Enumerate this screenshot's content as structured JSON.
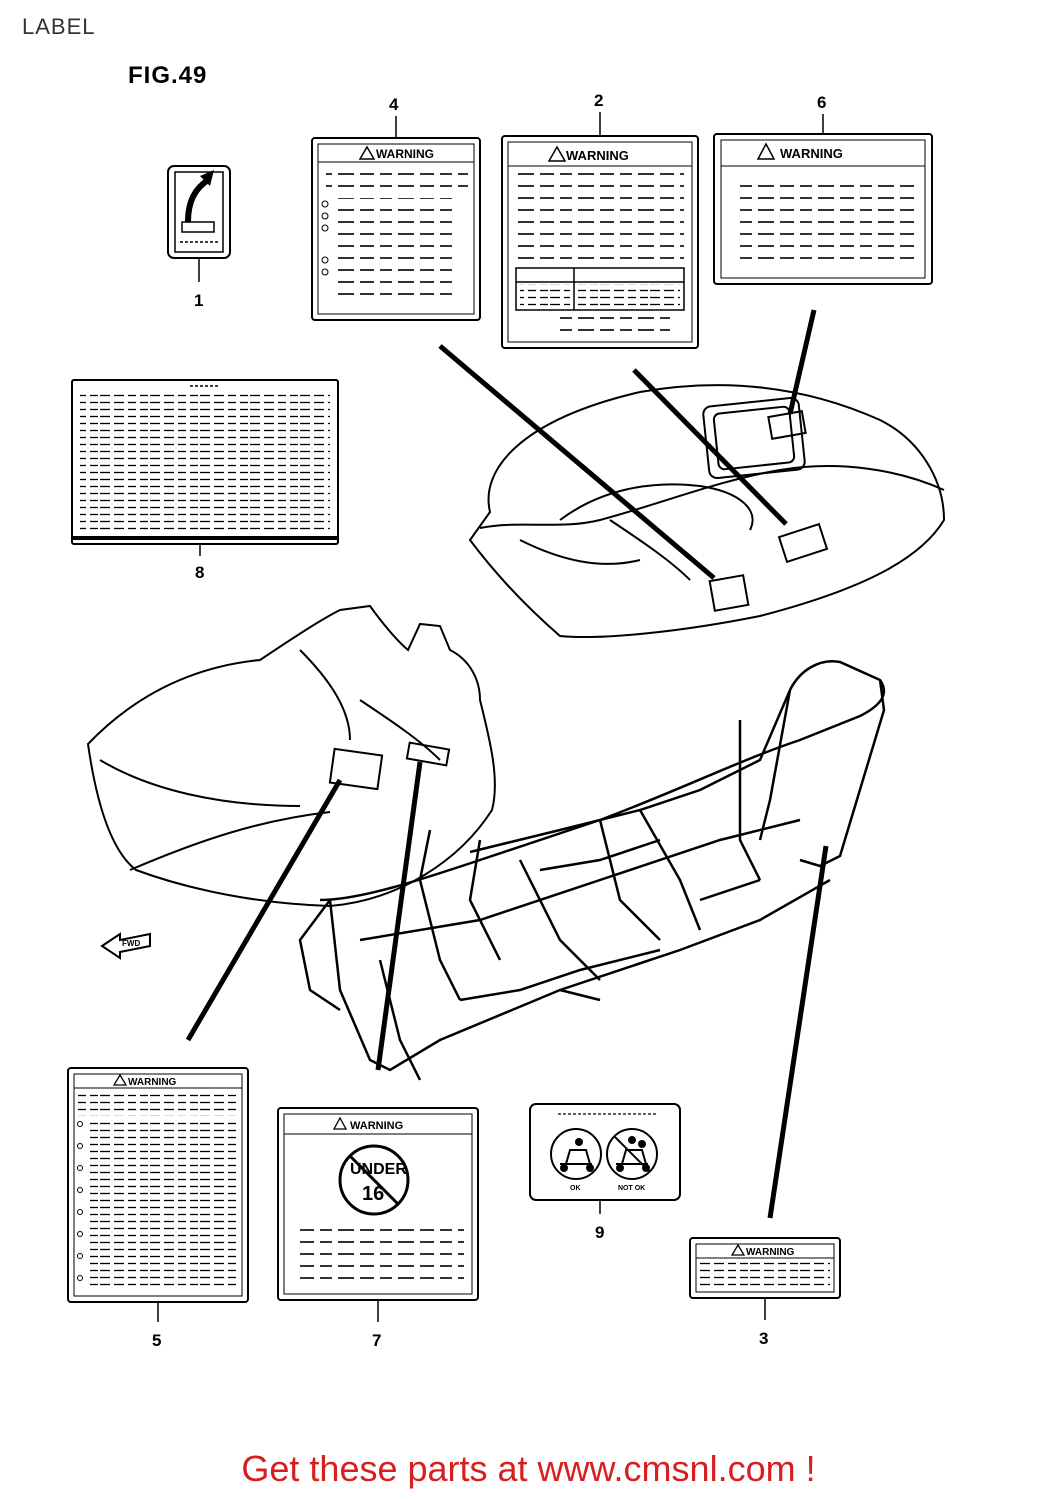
{
  "page": {
    "title": "LABEL",
    "figure": "FIG.49",
    "cta": "Get these parts at www.cmsnl.com !"
  },
  "labels": {
    "warning": "WARNING",
    "under": "UNDER",
    "age": "16",
    "ok": "OK",
    "not_ok": "NOT OK",
    "fwd": "FWD"
  },
  "callouts": {
    "c1": "1",
    "c2": "2",
    "c3": "3",
    "c4": "4",
    "c5": "5",
    "c6": "6",
    "c7": "7",
    "c8": "8",
    "c9": "9"
  },
  "colors": {
    "cta": "#d81e1e",
    "ink": "#000000"
  }
}
